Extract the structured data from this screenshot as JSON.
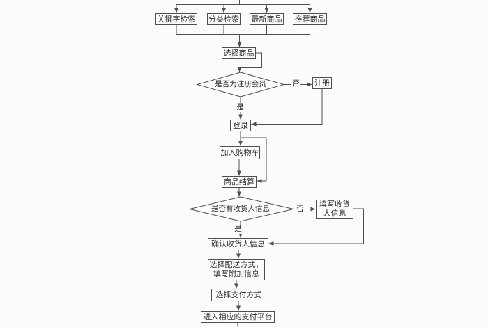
{
  "flowchart": {
    "style": {
      "background": "#fbfbf9",
      "line_color": "#4f4f4f",
      "text_color": "#2d2d2d",
      "node_fill": "#fcfcfb"
    },
    "entry_nodes": [
      {
        "label": "关键字检索"
      },
      {
        "label": "分类检索"
      },
      {
        "label": "最新商品"
      },
      {
        "label": "推荐商品"
      }
    ],
    "nodes": {
      "select_product": {
        "label": "选择商品"
      },
      "is_registered_member": {
        "label": "是否为注册会员",
        "shape": "decision"
      },
      "register": {
        "label": "注册"
      },
      "login": {
        "label": "登录"
      },
      "add_to_cart": {
        "label": "加入购物车"
      },
      "product_checkout": {
        "label": "商品结算"
      },
      "has_consignee_info": {
        "label": "是否有收货人信息",
        "shape": "decision"
      },
      "fill_consignee_info": {
        "line1": "填写收货",
        "line2": "人信息"
      },
      "confirm_consignee_info": {
        "label": "确认收货人信息"
      },
      "choose_delivery": {
        "line1": "选择配送方式，",
        "line2": "填写附加信息"
      },
      "choose_payment": {
        "label": "选择支付方式"
      },
      "enter_payment_platform": {
        "label": "进入相应的支付平台"
      }
    },
    "branch_labels": {
      "is_registered_no": "否",
      "is_registered_yes": "是",
      "has_info_no": "否",
      "has_info_yes": "是"
    }
  }
}
